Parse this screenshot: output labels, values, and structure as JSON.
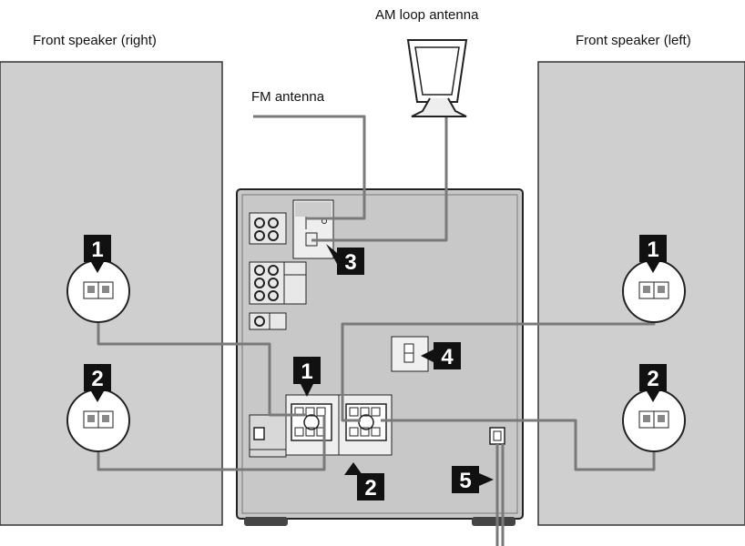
{
  "labels": {
    "am_antenna": "AM loop antenna",
    "fm_antenna": "FM antenna",
    "speaker_right": "Front speaker (right)",
    "speaker_left": "Front speaker (left)"
  },
  "callouts": {
    "one": "1",
    "two": "2",
    "three": "3",
    "four": "4",
    "five": "5"
  },
  "colors": {
    "speaker_fill": "#cfcfcf",
    "unit_fill": "#c8c8c8",
    "wire": "#7a7a7a",
    "callout_bg": "#111111"
  }
}
